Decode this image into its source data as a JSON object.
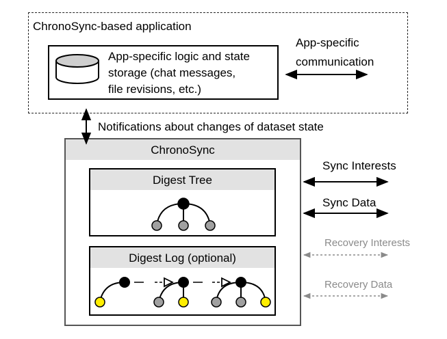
{
  "application": {
    "title": "ChronoSync-based application",
    "logic_label": "App-specific logic and state\nstorage (chat messages,\nfile revisions, etc.)",
    "communication_label": "App-specific\ncommunication"
  },
  "notifications_label": "Notifications about changes of dataset state",
  "chronosync": {
    "title": "ChronoSync",
    "digest_tree_title": "Digest Tree",
    "digest_log_title": "Digest Log (optional)"
  },
  "links": {
    "sync_interests": "Sync Interests",
    "sync_data": "Sync Data",
    "recovery_interests": "Recovery Interests",
    "recovery_data": "Recovery Data"
  },
  "colors": {
    "node_root": "#000000",
    "node_child": "#a0a0a0",
    "node_new": "#ffee00",
    "header_fill": "#e2e2e2",
    "recovery_gray": "#8a8a8a"
  }
}
